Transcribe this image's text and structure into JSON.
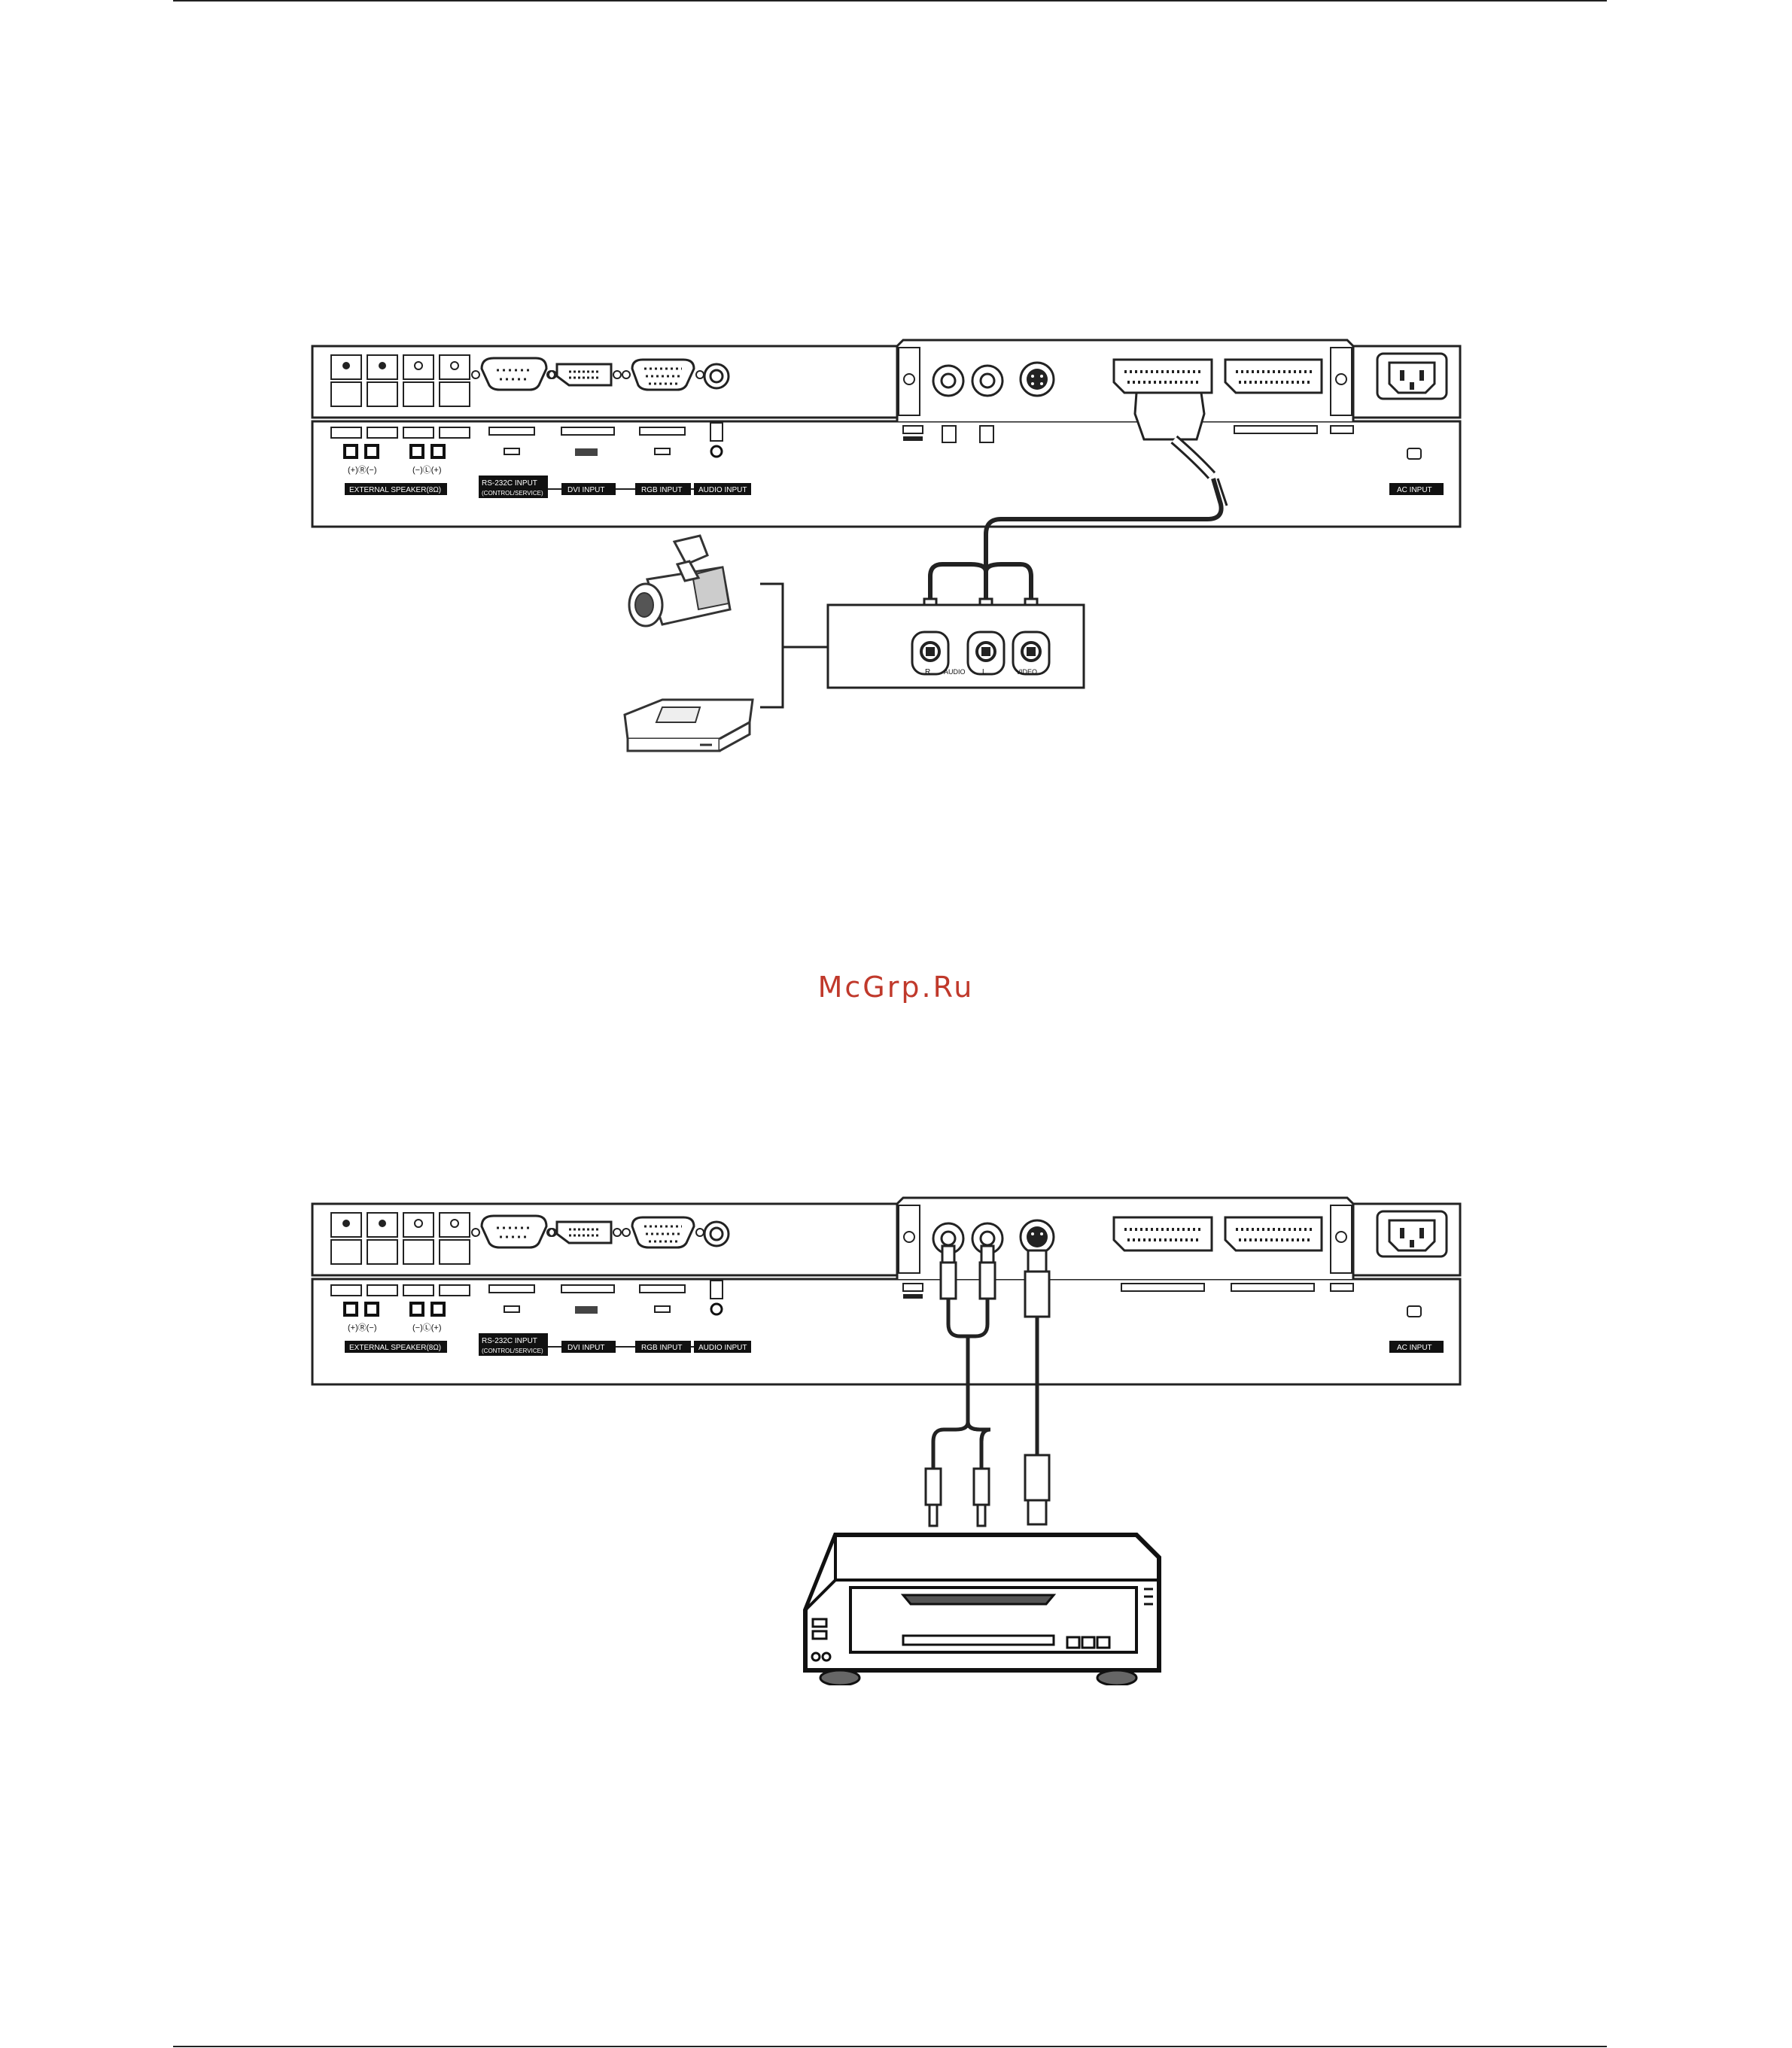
{
  "watermark": {
    "text": "McGrp.Ru",
    "color": "#c0392b"
  },
  "panel": {
    "speaker_plus_minus_left": "(+)Ⓡ(−)",
    "speaker_minus_plus_right": "(−)Ⓛ(+)",
    "external_speaker": "EXTERNAL SPEAKER(8Ω)",
    "rs232_line1": "RS-232C INPUT",
    "rs232_line2": "(CONTROL/SERVICE)",
    "dvi_input": "DVI INPUT",
    "rgb_input": "RGB INPUT",
    "audio_input": "AUDIO INPUT",
    "ac_input": "AC INPUT"
  },
  "av_box": {
    "r": "R",
    "audio": "AUDIO",
    "l": "L",
    "video": "VIDEO"
  },
  "icons": {
    "camcorder": "camcorder-icon",
    "vcr": "vcr-icon",
    "dvd": "dvd-player-icon"
  }
}
